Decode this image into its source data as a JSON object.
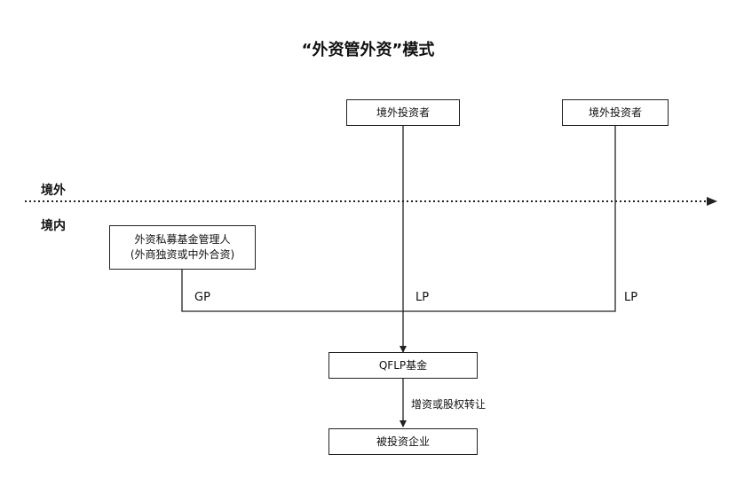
{
  "title": "“外资管外资”模式",
  "zones": {
    "outside": "境外",
    "inside": "境内"
  },
  "nodes": {
    "investor_1": "境外投资者",
    "investor_2": "境外投资者",
    "manager_line1": "外资私募基金管理人",
    "manager_line2": "(外商独资或中外合资)",
    "fund": "QFLP基金",
    "target": "被投资企业"
  },
  "edges": {
    "gp": "GP",
    "lp_1": "LP",
    "lp_2": "LP",
    "fund_to_target": "增资或股权转让"
  },
  "colors": {
    "line": "#222222",
    "text": "#111111",
    "background": "#ffffff"
  }
}
